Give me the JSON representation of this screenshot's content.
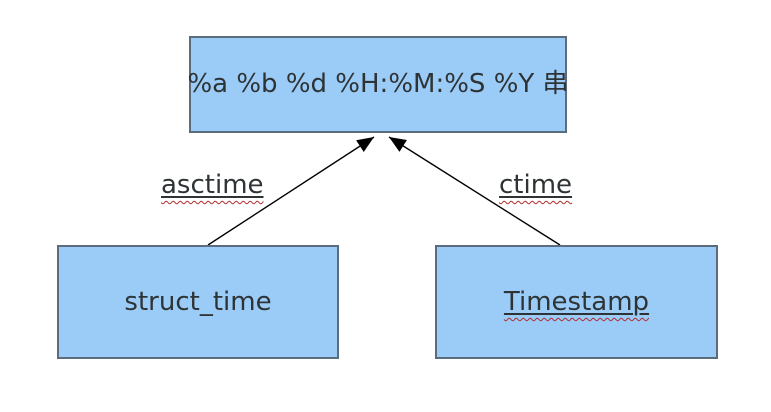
{
  "diagram": {
    "description": "conversion diagram between time representations",
    "nodes": {
      "format_string": {
        "label": "%a %b %d %H:%M:%S %Y 串"
      },
      "struct_time": {
        "label": "struct_time"
      },
      "timestamp": {
        "label": "Timestamp"
      }
    },
    "edges": [
      {
        "label": "asctime",
        "from": "struct_time",
        "to": "format_string"
      },
      {
        "label": "ctime",
        "from": "timestamp",
        "to": "format_string"
      }
    ],
    "colors": {
      "node_fill": "#9bccf7",
      "node_border": "#5b6c7d",
      "text": "#2e3436",
      "line": "#000000",
      "spellcheck": "#b02b2b",
      "background": "#ffffff"
    }
  }
}
